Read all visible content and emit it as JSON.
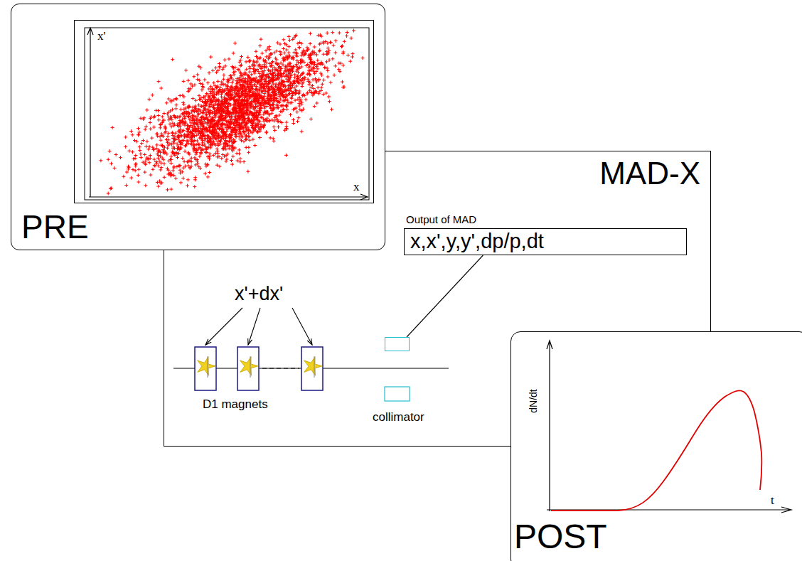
{
  "diagram": {
    "nodes": [
      {
        "text": [
          "PRE"
        ]
      },
      {
        "text": [
          "x'",
          "x"
        ],
        "in": 0
      },
      {
        "text": [
          "MAD-X"
        ]
      },
      {
        "text": [
          "Output of MAD",
          "x,x',y,y',dp/p,dt"
        ],
        "in": 2
      },
      {
        "text": [
          "collimator"
        ],
        "in": 2
      },
      {
        "text": [
          "POST"
        ]
      }
    ],
    "edges": [
      {
        "from": 3,
        "to": 4,
        "arrow": "none"
      }
    ],
    "labels": [
      "x'+dx'",
      "D1 magnets",
      "dN/dt",
      "t"
    ]
  }
}
